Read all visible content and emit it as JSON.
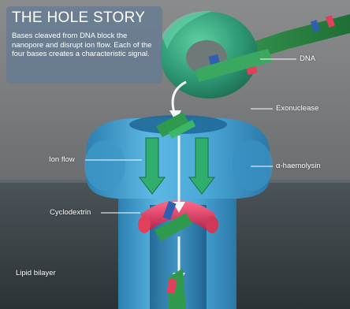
{
  "panel": {
    "title": "THE HOLE STORY",
    "caption": "Bases cleaved from DNA block the nanopore and disrupt ion flow. Each of the four bases creates a characteristic signal."
  },
  "labels": {
    "dna": "DNA",
    "exonuclease": "Exonuclease",
    "ion_flow": "Ion flow",
    "alpha_haemolysin": "α-haemolysin",
    "cyclodextrin": "Cyclodextrin",
    "lipid_bilayer": "Lipid bilayer"
  },
  "colors": {
    "background": "#6d7072",
    "bilayer": "#3c4448",
    "pore": "#4aa3d0",
    "exonuclease": "#2f9a76",
    "dna_strand": "#2e8a45",
    "cyclodextrin": "#e03a66",
    "base_blue": "#2f5fb0",
    "base_red": "#e0405a",
    "arrow": "#f4f7fb"
  }
}
